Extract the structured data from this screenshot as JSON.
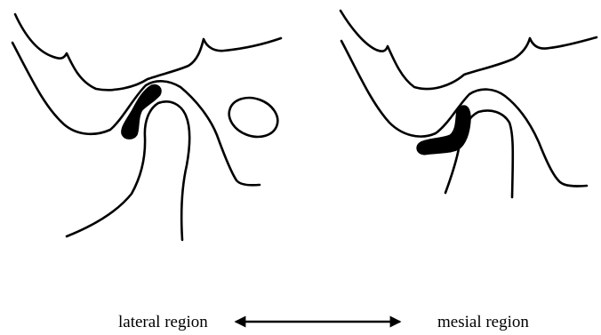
{
  "diagram": {
    "captions": {
      "left": "lateral region",
      "right": "mesial region"
    },
    "arrow_style": "double-headed",
    "colors": {
      "stroke": "#000000",
      "disc_fill": "#000000",
      "background": "#ffffff"
    }
  }
}
